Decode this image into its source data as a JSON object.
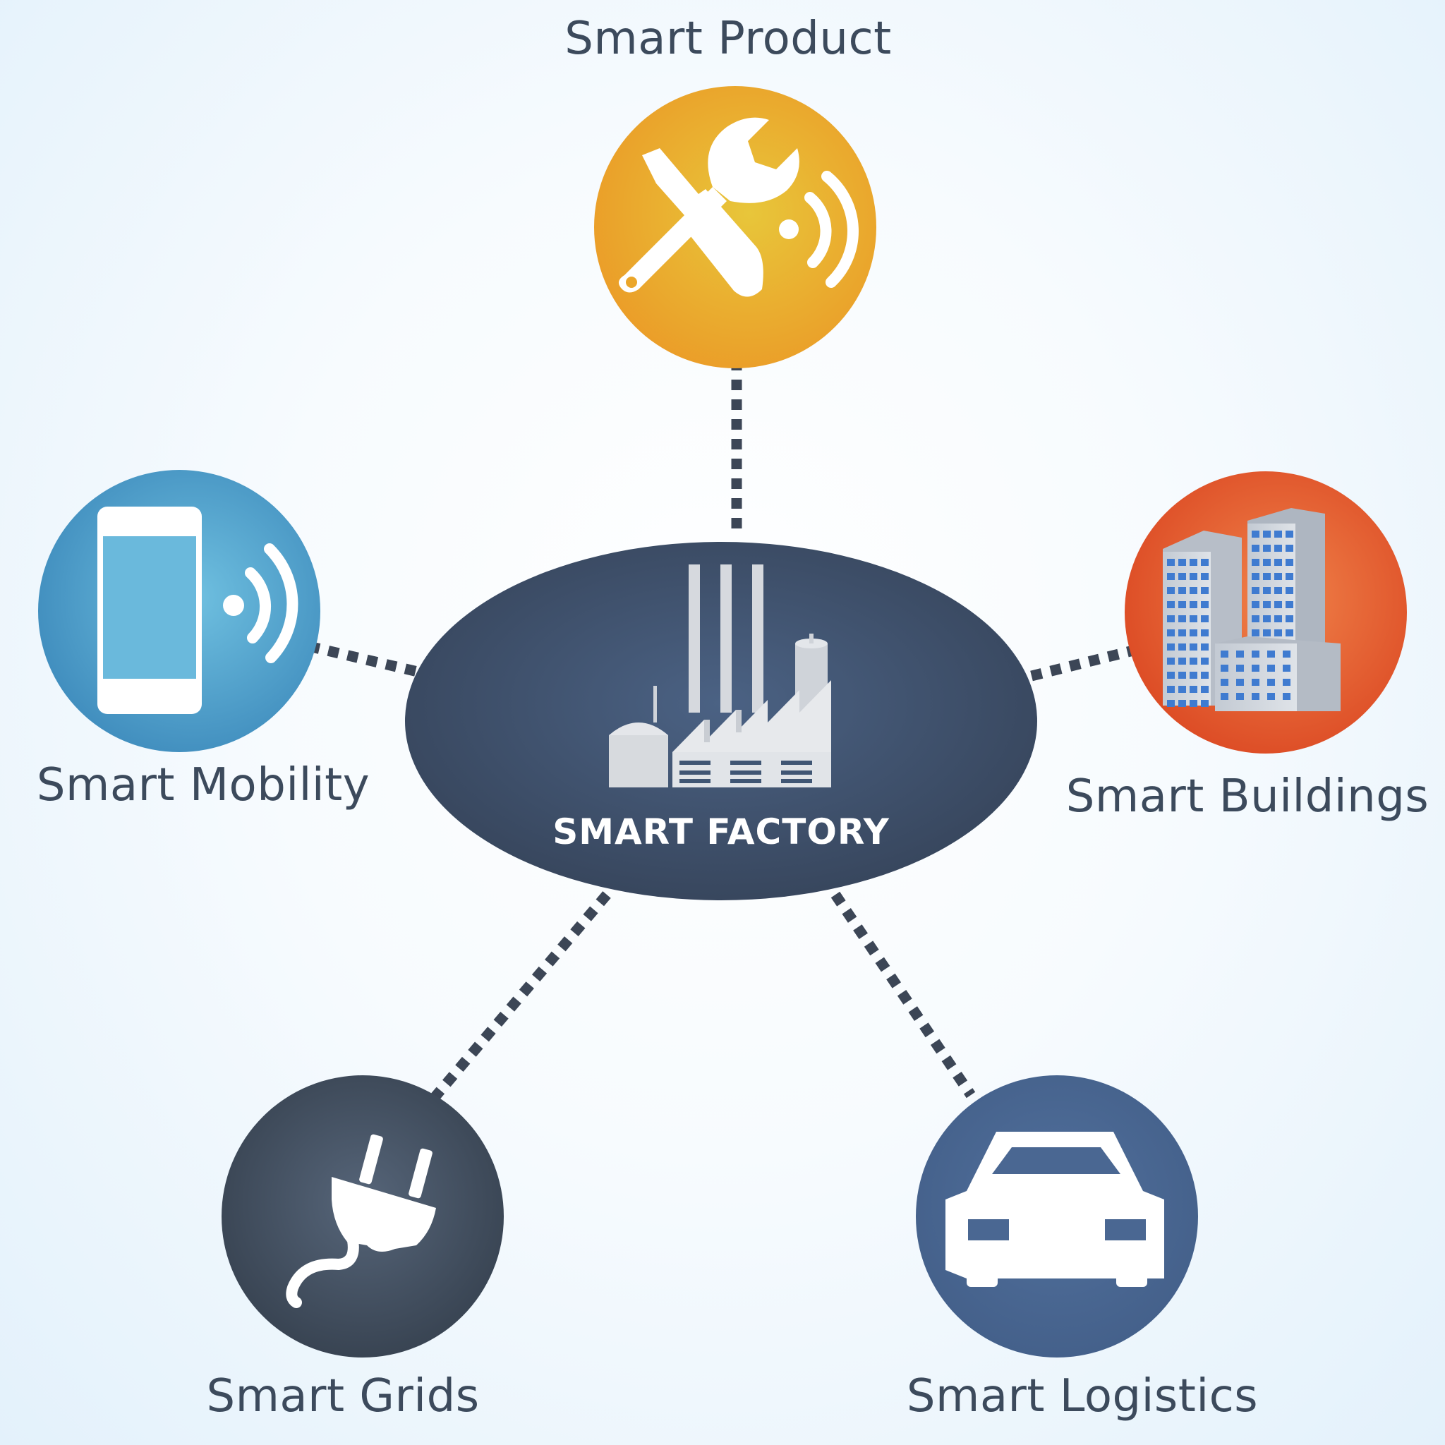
{
  "center": {
    "title": "SMART FACTORY",
    "icon": "factory-icon",
    "color": "#3f5068"
  },
  "nodes": [
    {
      "id": "product",
      "label": "Smart Product",
      "icon": "wrench-screwdriver-wireless-icon",
      "color": "#f2a623"
    },
    {
      "id": "mobility",
      "label": "Smart Mobility",
      "icon": "smartphone-wireless-icon",
      "color": "#4f9fc9"
    },
    {
      "id": "buildings",
      "label": "Smart Buildings",
      "icon": "office-buildings-icon",
      "color": "#e2572a"
    },
    {
      "id": "grids",
      "label": "Smart Grids",
      "icon": "power-plug-icon",
      "color": "#3d4b5c"
    },
    {
      "id": "logistics",
      "label": "Smart Logistics",
      "icon": "car-icon",
      "color": "#4a6792"
    }
  ],
  "connector_color": "#3c4656"
}
